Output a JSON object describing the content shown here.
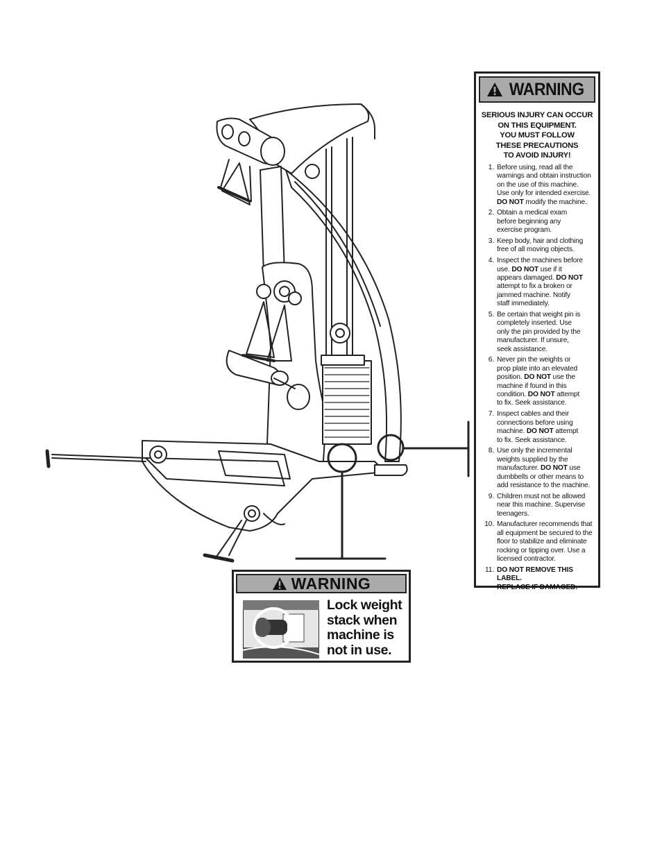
{
  "main_label": {
    "header": "WARNING",
    "intro": [
      "SERIOUS INJURY CAN OCCUR",
      "ON THIS EQUIPMENT.",
      "YOU MUST FOLLOW",
      "THESE PRECAUTIONS",
      "TO AVOID INJURY!"
    ],
    "items": [
      {
        "num": "1.",
        "lines": [
          "Before using, read all the",
          "warnings and obtain instruction",
          "on the use of this machine.",
          "Use only for intended exercise.",
          "**DO NOT** modify the machine."
        ]
      },
      {
        "num": "2.",
        "lines": [
          "Obtain a medical exam",
          "before beginning any",
          "exercise program."
        ]
      },
      {
        "num": "3.",
        "lines": [
          "Keep body, hair and clothing",
          "free of all moving objects."
        ]
      },
      {
        "num": "4.",
        "lines": [
          "Inspect the machines before",
          "use. **DO NOT** use if it",
          "appears damaged. **DO NOT**",
          "attempt to fix a broken or",
          "jammed machine. Notify",
          "staff immediately."
        ]
      },
      {
        "num": "5.",
        "lines": [
          "Be certain that weight pin is",
          "completely inserted. Use",
          "only the pin provided by the",
          "manufacturer. If unsure,",
          "seek assistance."
        ]
      },
      {
        "num": "6.",
        "lines": [
          "Never pin the weights or",
          "prop plate into an elevated",
          "position. **DO NOT** use the",
          "machine if found in this",
          "condition. **DO NOT** attempt",
          "to fix. Seek assistance."
        ]
      },
      {
        "num": "7.",
        "lines": [
          "Inspect cables and their",
          "connections before using",
          "machine. **DO NOT** attempt",
          "to fix. Seek assistance."
        ]
      },
      {
        "num": "8.",
        "lines": [
          "Use only the incremental",
          "weights supplied by the",
          "manufacturer. **DO NOT** use",
          "dumbbells or other means to",
          "add resistance to the machine."
        ]
      },
      {
        "num": "9.",
        "lines": [
          "Children must not be allowed",
          "near this machine. Supervise",
          "teenagers."
        ]
      },
      {
        "num": "10.",
        "lines": [
          "Manufacturer recommends that",
          "all equipment be secured to the",
          "floor to stabilize and eliminate",
          "rocking or tipping over. Use a",
          "licensed contractor."
        ]
      },
      {
        "num": "11.",
        "lines": [
          "**DO NOT REMOVE THIS LABEL.**",
          "**REPLACE IF DAMAGED.**"
        ]
      }
    ]
  },
  "lock_label": {
    "header": "WARNING",
    "message": [
      "Lock weight",
      "stack when",
      "machine is",
      "not in use."
    ]
  },
  "colors": {
    "header_fill": "#aaaaaa",
    "ink": "#111111"
  }
}
